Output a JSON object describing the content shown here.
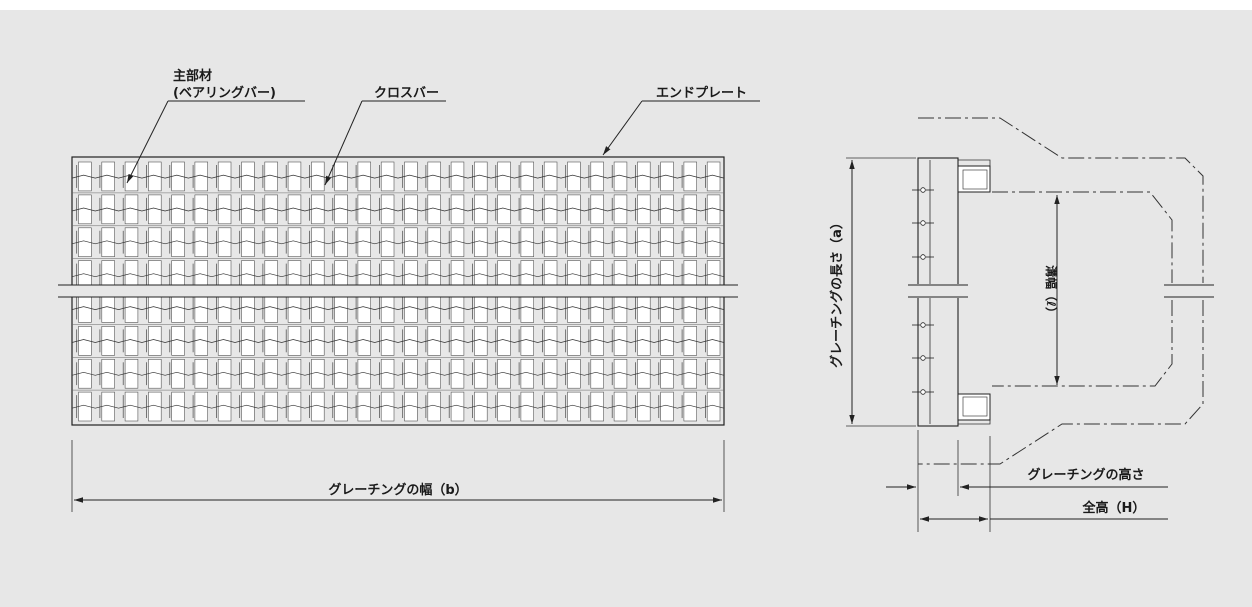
{
  "labels": {
    "main_member": "主部材",
    "bearing_bar": "(ベアリングバー)",
    "cross_bar": "クロスバー",
    "end_plate": "エンドプレート",
    "grating_width": "グレーチングの幅（b）",
    "grating_length": "グレーチングの長さ（a）",
    "channel_width": "溝幅（ℓ）",
    "grating_height": "グレーチングの高さ",
    "total_height": "全高（H）"
  },
  "colors": {
    "background": "#e7e7e7",
    "grating_cell": "#ffffff",
    "line": "#222222"
  }
}
